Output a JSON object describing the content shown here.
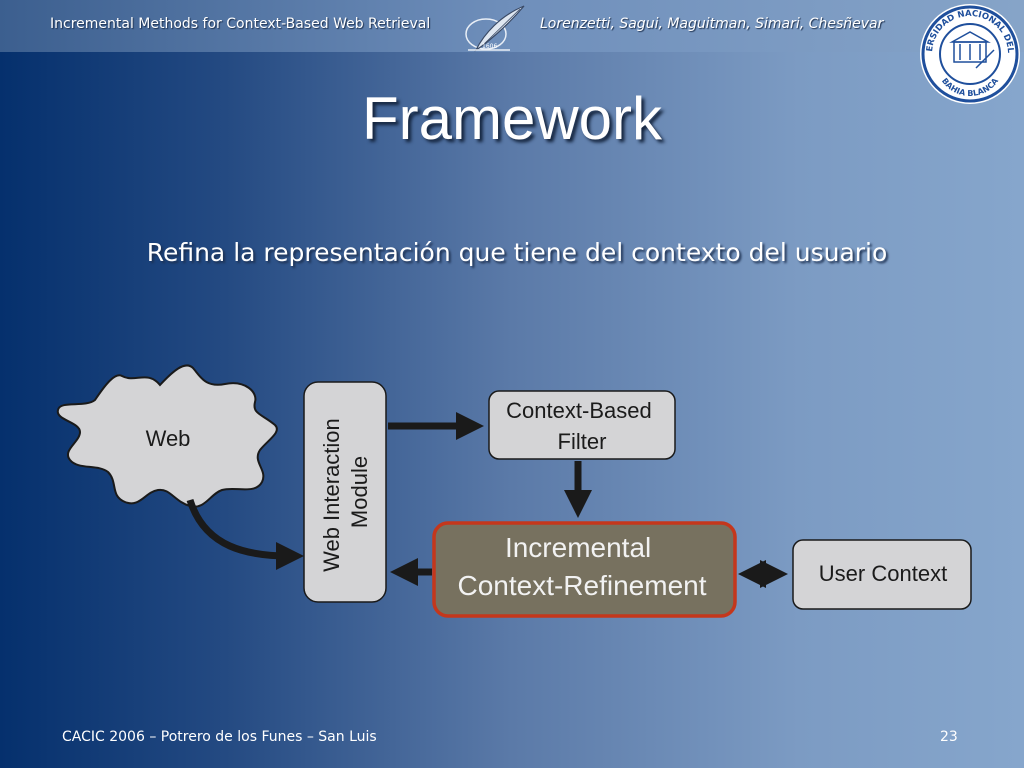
{
  "header": {
    "left_text": "Incremental Methods for Context-Based Web Retrieval",
    "right_text": "Lorenzetti, Sagui, Maguitman, Simari, Chesñevar",
    "quill_logo_text": "1606",
    "seal_text_top": "UNIVERSIDAD NACIONAL DEL SUR",
    "seal_text_bottom": "BAHIA BLANCA"
  },
  "slide": {
    "title": "Framework",
    "subtitle": "Refina la representación que tiene del contexto del usuario"
  },
  "diagram": {
    "web_label": "Web",
    "web_module_line1": "Web Interaction",
    "web_module_line2": "Module",
    "filter_line1": "Context-Based",
    "filter_line2": "Filter",
    "refinement_line1": "Incremental",
    "refinement_line2": "Context-Refinement",
    "user_context": "User Context"
  },
  "footer": {
    "left_text": "CACIC 2006 – Potrero de los Funes – San Luis",
    "page_number": "23"
  }
}
